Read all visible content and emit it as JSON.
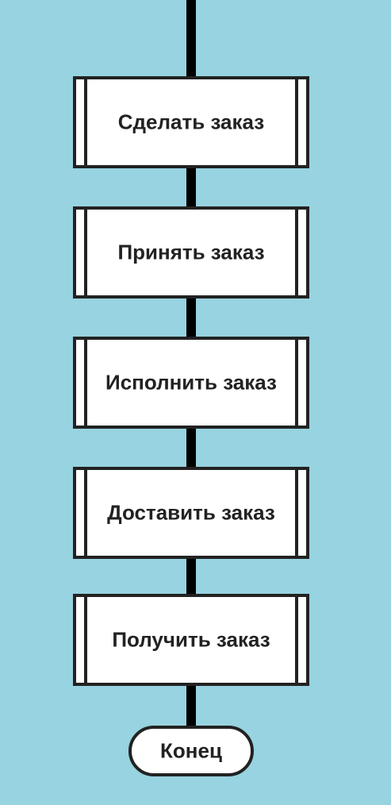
{
  "colors": {
    "background": "#97d3e0",
    "connector": "#000000",
    "box_fill": "#ffffff",
    "box_border": "#222222",
    "text": "#222222"
  },
  "flowchart": {
    "steps": [
      {
        "label": "Сделать заказ"
      },
      {
        "label": "Принять заказ"
      },
      {
        "label": "Исполнить заказ"
      },
      {
        "label": "Доставить заказ"
      },
      {
        "label": "Получить заказ"
      }
    ],
    "end": {
      "label": "Конец"
    }
  }
}
